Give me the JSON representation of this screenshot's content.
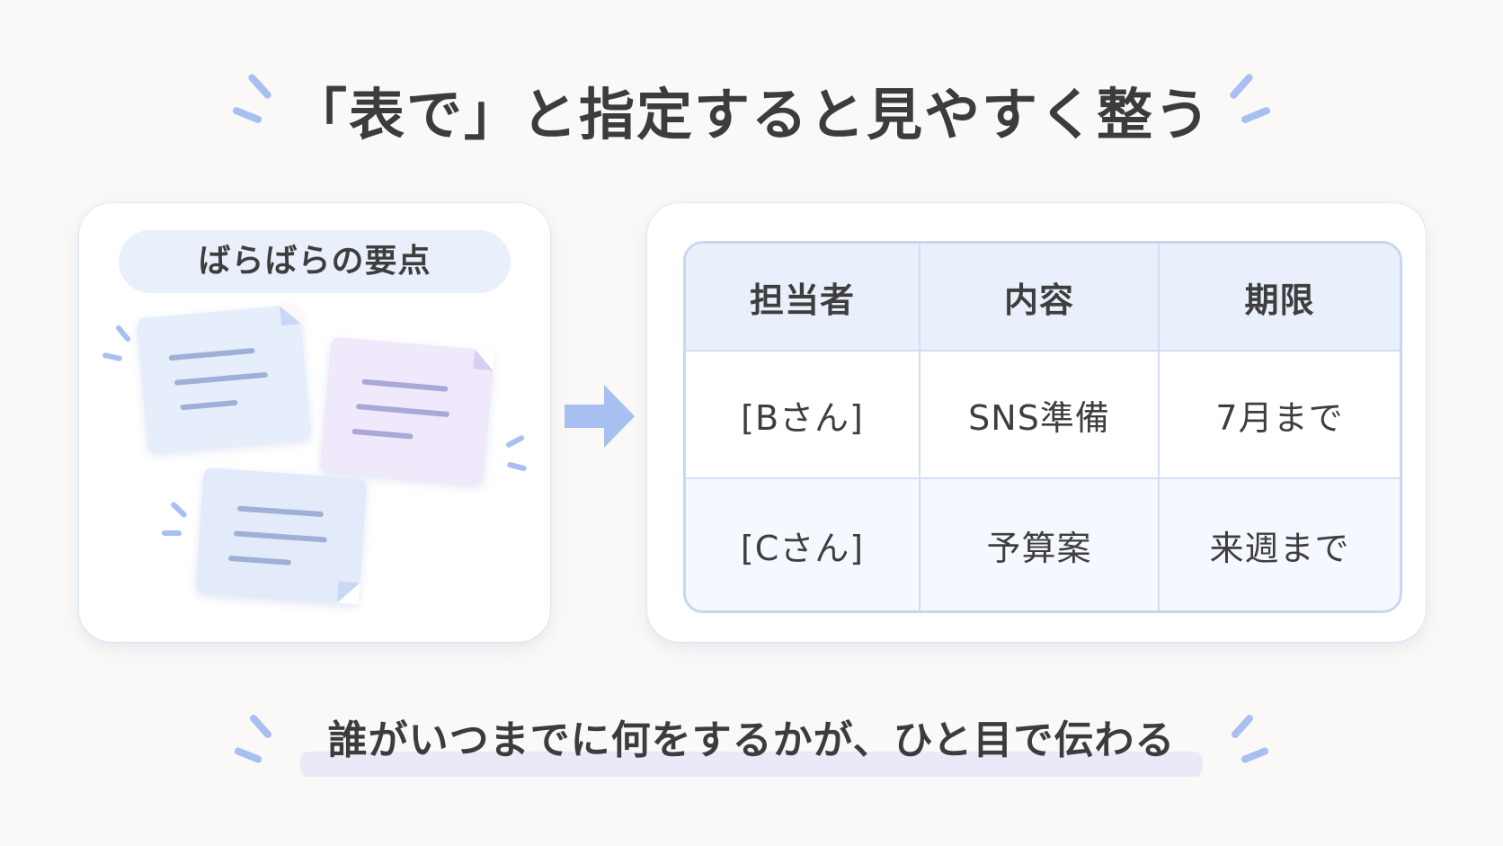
{
  "title": "「表で」と指定すると見やすく整う",
  "left_panel": {
    "label": "ばらばらの要点"
  },
  "table": {
    "headers": [
      "担当者",
      "内容",
      "期限"
    ],
    "rows": [
      [
        "[Bさん]",
        "SNS準備",
        "7月まで"
      ],
      [
        "[Cさん]",
        "予算案",
        "来週まで"
      ]
    ]
  },
  "caption": "誰がいつまでに何をするかが、ひと目で伝わる",
  "icons": {
    "notes": "scattered-notes-icon",
    "arrow": "right-arrow-icon",
    "sparkle": "sparkle-lines-icon"
  },
  "colors": {
    "accent_blue": "#a8bff2",
    "note_blue": "#e6eefc",
    "note_purple": "#efe9fb",
    "header_bg": "#e9f0fc",
    "table_border": "#c8d6f0",
    "highlight": "#ece8f8"
  }
}
